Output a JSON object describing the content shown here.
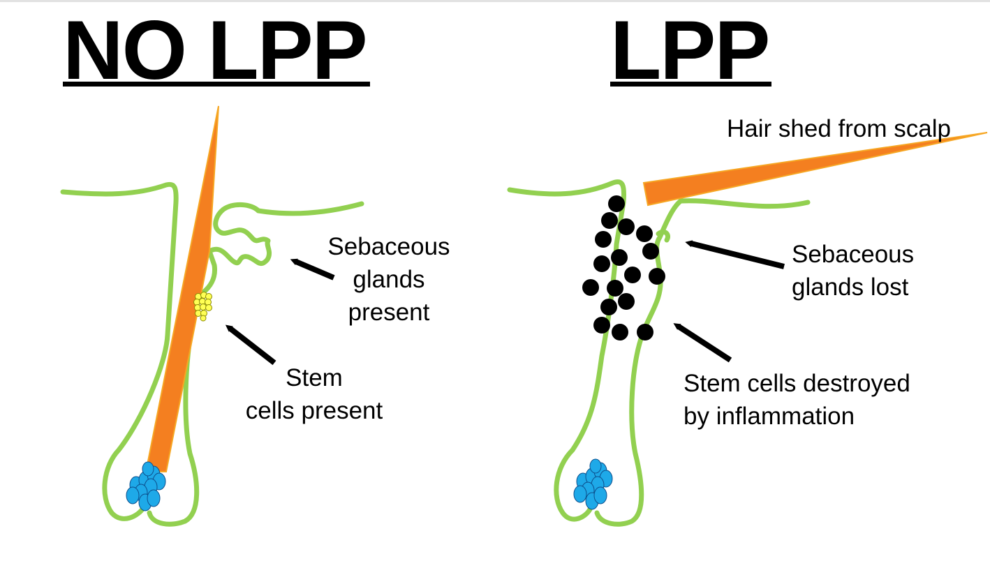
{
  "panels": {
    "left": {
      "title": "NO LPP",
      "sebaceous_label": [
        "Sebaceous",
        "glands",
        "present"
      ],
      "stem_label": [
        "Stem",
        "cells present"
      ]
    },
    "right": {
      "title": "LPP",
      "hair_label": "Hair shed from scalp",
      "sebaceous_label": [
        "Sebaceous",
        "glands lost"
      ],
      "stem_label": [
        "Stem cells destroyed",
        "by inflammation"
      ]
    }
  },
  "colors": {
    "follicle": "#92d050",
    "hair": "#f47f20",
    "hair_edge": "#f6a623",
    "bulb_cells": "#1ea9e8",
    "stem_cells": "#ffff55",
    "inflammatory_cells": "#000000",
    "text": "#000000"
  }
}
